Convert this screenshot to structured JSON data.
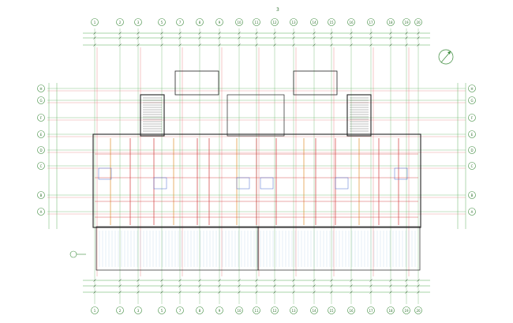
{
  "drawing": {
    "title_mark": "3",
    "top_axes": [
      "1",
      "2",
      "3",
      "5",
      "7",
      "8",
      "9",
      "10",
      "11",
      "12",
      "13",
      "14",
      "15",
      "16",
      "17",
      "18",
      "19",
      "20"
    ],
    "bottom_axes": [
      "1",
      "2",
      "3",
      "5",
      "7",
      "8",
      "9",
      "10",
      "11",
      "12",
      "13",
      "14",
      "15",
      "16",
      "17",
      "18",
      "19",
      "20"
    ],
    "left_axes": [
      "H",
      "G",
      "F",
      "E",
      "D",
      "C",
      "B",
      "A"
    ],
    "right_axes": [
      "H",
      "G",
      "F",
      "E",
      "D",
      "C",
      "B",
      "A"
    ],
    "colors": {
      "axis_green": "#3a8a3a",
      "wall_red": "#d23c3c",
      "grid_red": "#e06060",
      "dim_green": "#55aa55",
      "dark_line": "#222222",
      "blue_line": "#4a6fd0",
      "orange_line": "#e09030"
    },
    "icons": [
      "north-arrow-icon",
      "section-symbol-icon"
    ]
  }
}
